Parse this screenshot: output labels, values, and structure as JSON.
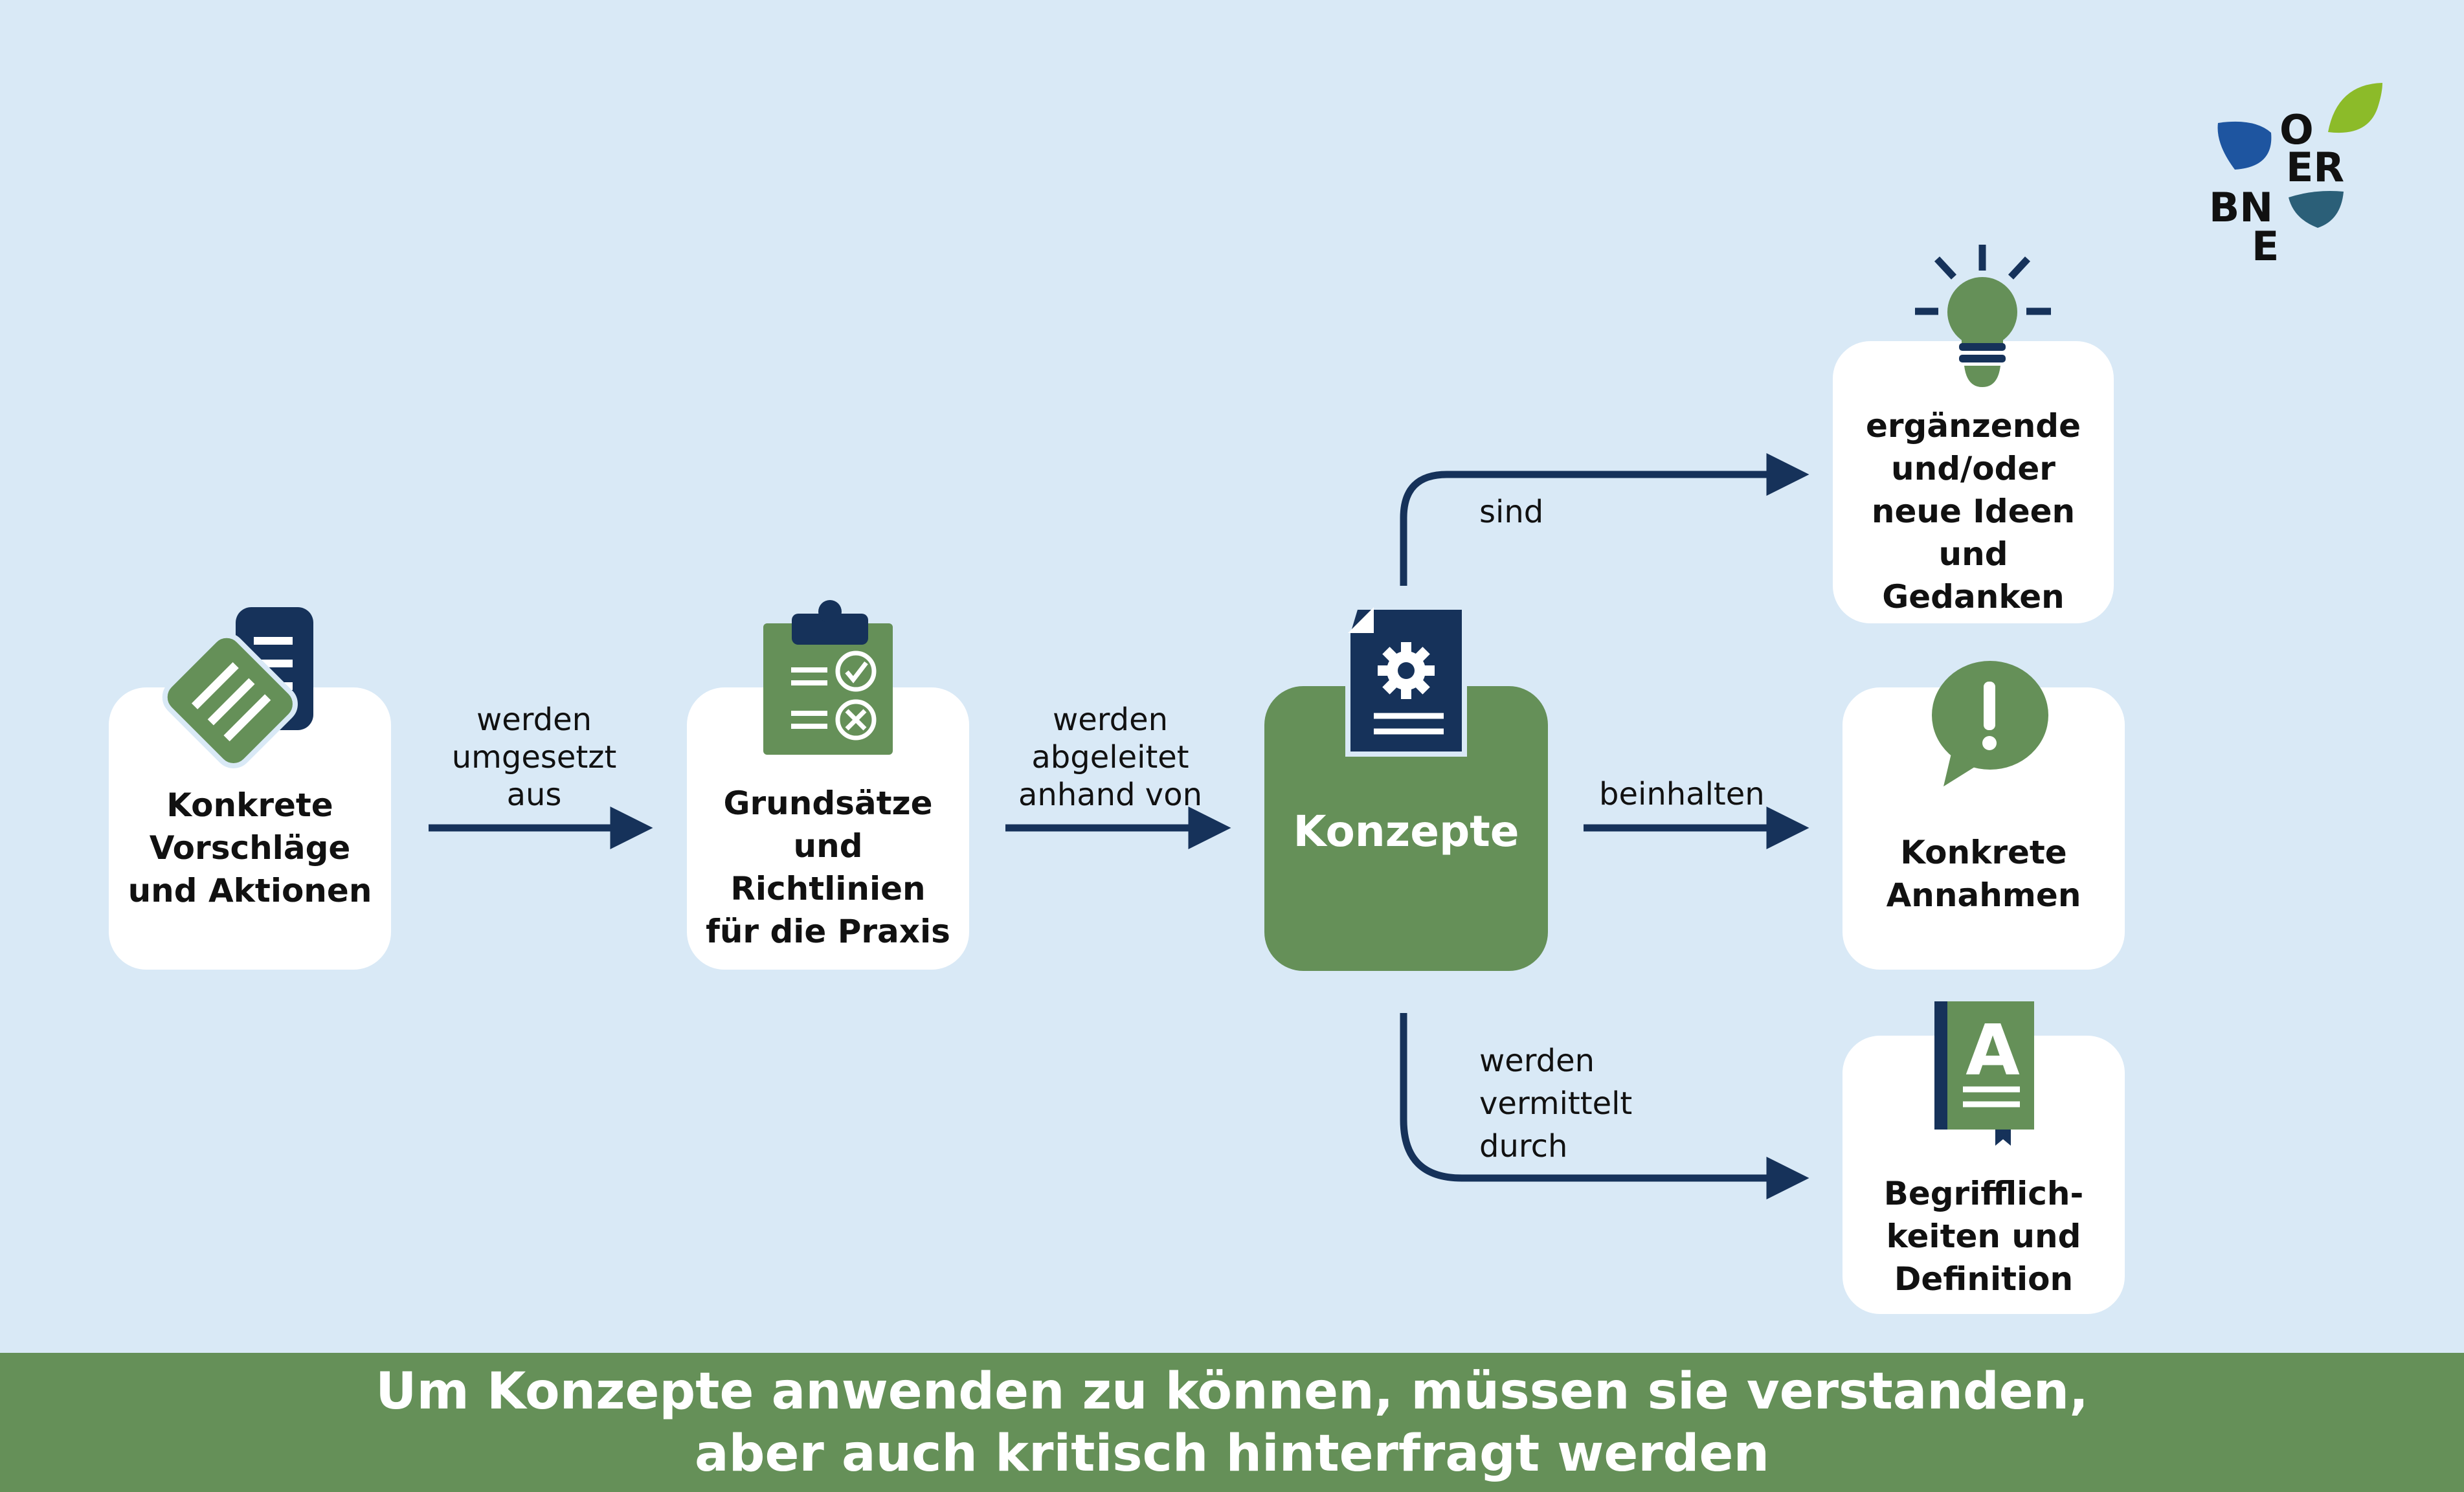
{
  "nodes": {
    "vorschlaege": "Konkrete\nVorschläge\nund Aktionen",
    "grundsaetze": "Grundsätze\nund\nRichtlinien\nfür die Praxis",
    "konzepte": "Konzepte",
    "ideen": "ergänzende\nund/oder\nneue Ideen\nund\nGedanken",
    "annahmen": "Konkrete\nAnnahmen",
    "begriffe": "Begrifflich-\nkeiten und\nDefinition"
  },
  "edges": {
    "umgesetzt": "werden\numgesetzt\naus",
    "abgeleitet": "werden\nabgeleitet\nanhand von",
    "sind": "sind",
    "beinhalten": "beinhalten",
    "vermittelt": "werden\nvermittelt\ndurch"
  },
  "banner": "Um Konzepte anwenden zu können, müssen sie verstanden,\naber auch kritisch hinterfragt werden",
  "logo": {
    "o": "O",
    "er": "ER",
    "bn": "BN",
    "e": "E"
  },
  "icons": {
    "vorschlaege": "documents-icon",
    "grundsaetze": "clipboard-checklist-icon",
    "konzepte": "document-gear-icon",
    "ideen": "lightbulb-icon",
    "annahmen": "exclamation-speech-bubble-icon",
    "begriffe": "dictionary-book-icon"
  },
  "colors": {
    "background": "#d9e9f6",
    "green": "#659058",
    "navy": "#16325a",
    "white": "#ffffff"
  }
}
